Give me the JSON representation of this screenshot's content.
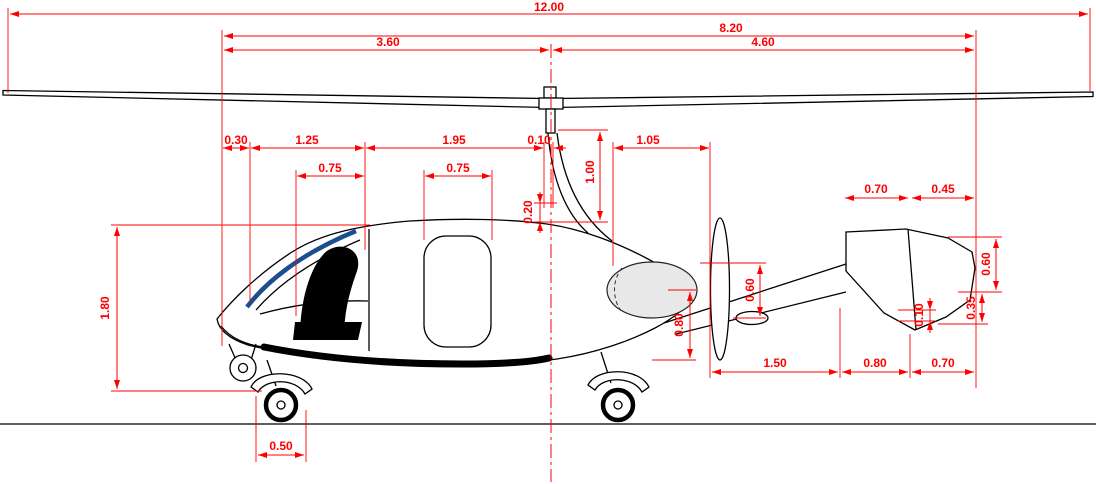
{
  "colors": {
    "dimension": "#ff0000",
    "outline": "#000000",
    "windshield": "#1b4e8f",
    "spinner": "#e8e8e8"
  },
  "dims": {
    "rotor_span": "12.00",
    "span_aft_total": "8.20",
    "span_fwd": "3.60",
    "span_aft": "4.60",
    "nose_len": "0.30",
    "cockpit_len": "1.25",
    "cabin_len": "1.95",
    "mast_gap": "0.10",
    "engine_bay_len": "1.05",
    "front_seat_len": "0.75",
    "door_len": "0.75",
    "mast_height": "1.00",
    "canopy_step": "0.20",
    "cabin_height": "1.80",
    "spinner_height": "0.60",
    "thrust_height": "0.80",
    "fin_top_fwd": "0.70",
    "fin_top_aft": "0.45",
    "fin_upper_height": "0.60",
    "fin_lower_height": "0.35",
    "fin_step": "0.10",
    "boom_len": "1.50",
    "fin_chord": "0.80",
    "rudder_chord": "0.70",
    "front_wheel": "0.50"
  }
}
